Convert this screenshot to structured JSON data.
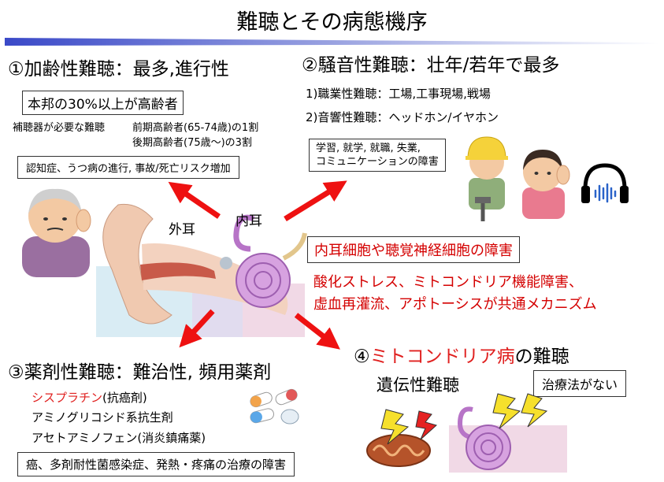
{
  "title": "難聴とその病態機序",
  "section1": {
    "heading": "①加齢性難聴：最多,進行性",
    "box_main": "本邦の30%以上が高齢者",
    "hearing_aid_label": "補聴器が必要な難聴",
    "early_elderly": "前期高齢者(65-74歳)の1割",
    "late_elderly": "後期高齢者(75歳～)の3割",
    "risk_box": "認知症、うつ病の進行, 事故/死亡リスク増加"
  },
  "section2": {
    "heading": "②騒音性難聴：壮年/若年で最多",
    "item1": "1)職業性難聴：工場,工事現場,戦場",
    "item2": "2)音響性難聴：ヘッドホン/イヤホン",
    "box_line1": "学習, 就学, 就職, 失業,",
    "box_line2": "コミュニケーションの障害"
  },
  "ear": {
    "outer_label": "外耳",
    "inner_label": "内耳"
  },
  "mechanism": {
    "box": "内耳細胞や聴覚神経細胞の障害",
    "line1": "酸化ストレス、ミトコンドリア機能障害、",
    "line2": "虚血再灌流、アポトーシスが共通メカニズム"
  },
  "section3": {
    "heading": "③薬剤性難聴：難治性, 頻用薬剤",
    "drug1": "シスプラチン",
    "drug1_suffix": "(抗癌剤)",
    "drug2": "アミノグリコシド系抗生剤",
    "drug3": "アセトアミノフェン(消炎鎮痛薬)",
    "box": "癌、多剤耐性菌感染症、発熱・疼痛の治療の障害"
  },
  "section4": {
    "heading_num": "④",
    "heading_red": "ミトコンドリア病",
    "heading_rest": "の難聴",
    "sub": "遺伝性難聴",
    "box": "治療法がない"
  },
  "colors": {
    "accent_red": "#e0201f",
    "arrow_red": "#ee1111",
    "bar_blue": "#3a49c8",
    "cochlea_purple": "#c98ad6"
  }
}
